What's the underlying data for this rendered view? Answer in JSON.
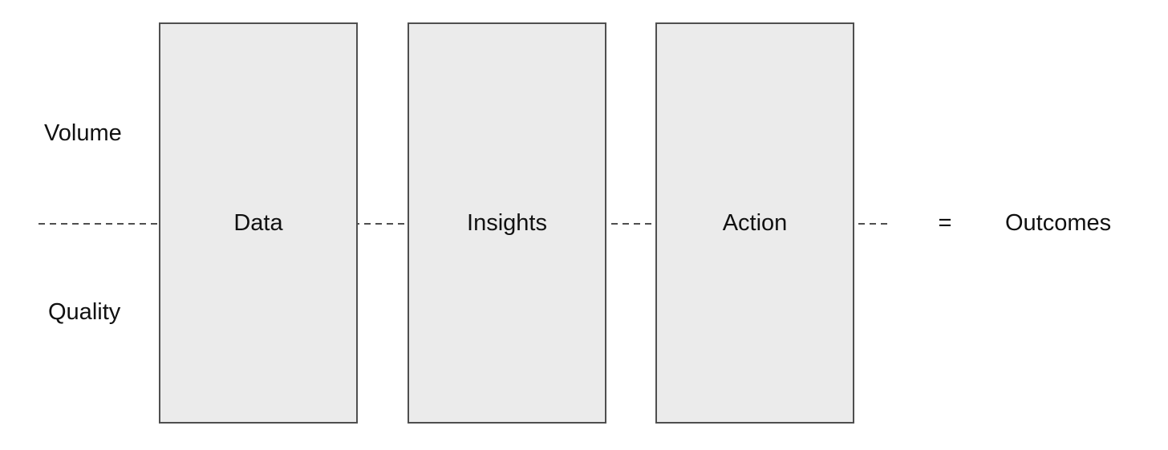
{
  "diagram": {
    "left_labels": {
      "top": "Volume",
      "bottom": "Quality"
    },
    "stages": [
      {
        "label": "Data"
      },
      {
        "label": "Insights"
      },
      {
        "label": "Action"
      }
    ],
    "equals_sign": "=",
    "result_label": "Outcomes",
    "colors": {
      "background": "#ffffff",
      "box_fill": "#ebebeb",
      "box_border": "#4f4f4f",
      "dashed_line": "#4f4f4f",
      "text": "#111111"
    }
  }
}
